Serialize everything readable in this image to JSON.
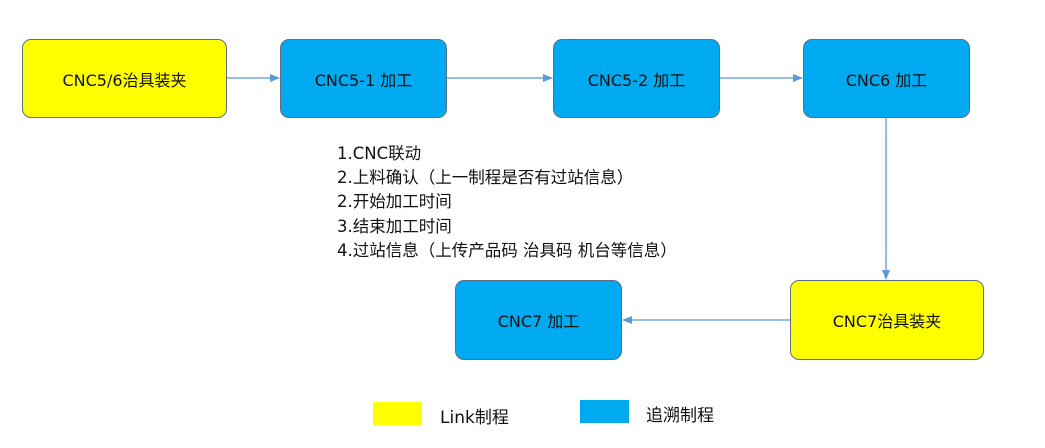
{
  "colors": {
    "link_process": "#ffff00",
    "trace_process": "#00aaf0",
    "arrow": "#5b9bd5"
  },
  "nodes": {
    "cnc56_fixture": "CNC5/6治具装夹",
    "cnc5_1": "CNC5-1 加工",
    "cnc5_2": "CNC5-2 加工",
    "cnc6": "CNC6 加工",
    "cnc7_fixture": "CNC7治具装夹",
    "cnc7": "CNC7 加工"
  },
  "notes": [
    "1.CNC联动",
    "2.上料确认（上一制程是否有过站信息）",
    "2.开始加工时间",
    "3.结束加工时间",
    "4.过站信息（上传产品码 治具码 机台等信息）"
  ],
  "legend": {
    "link_label": "Link制程",
    "trace_label": "追溯制程"
  }
}
